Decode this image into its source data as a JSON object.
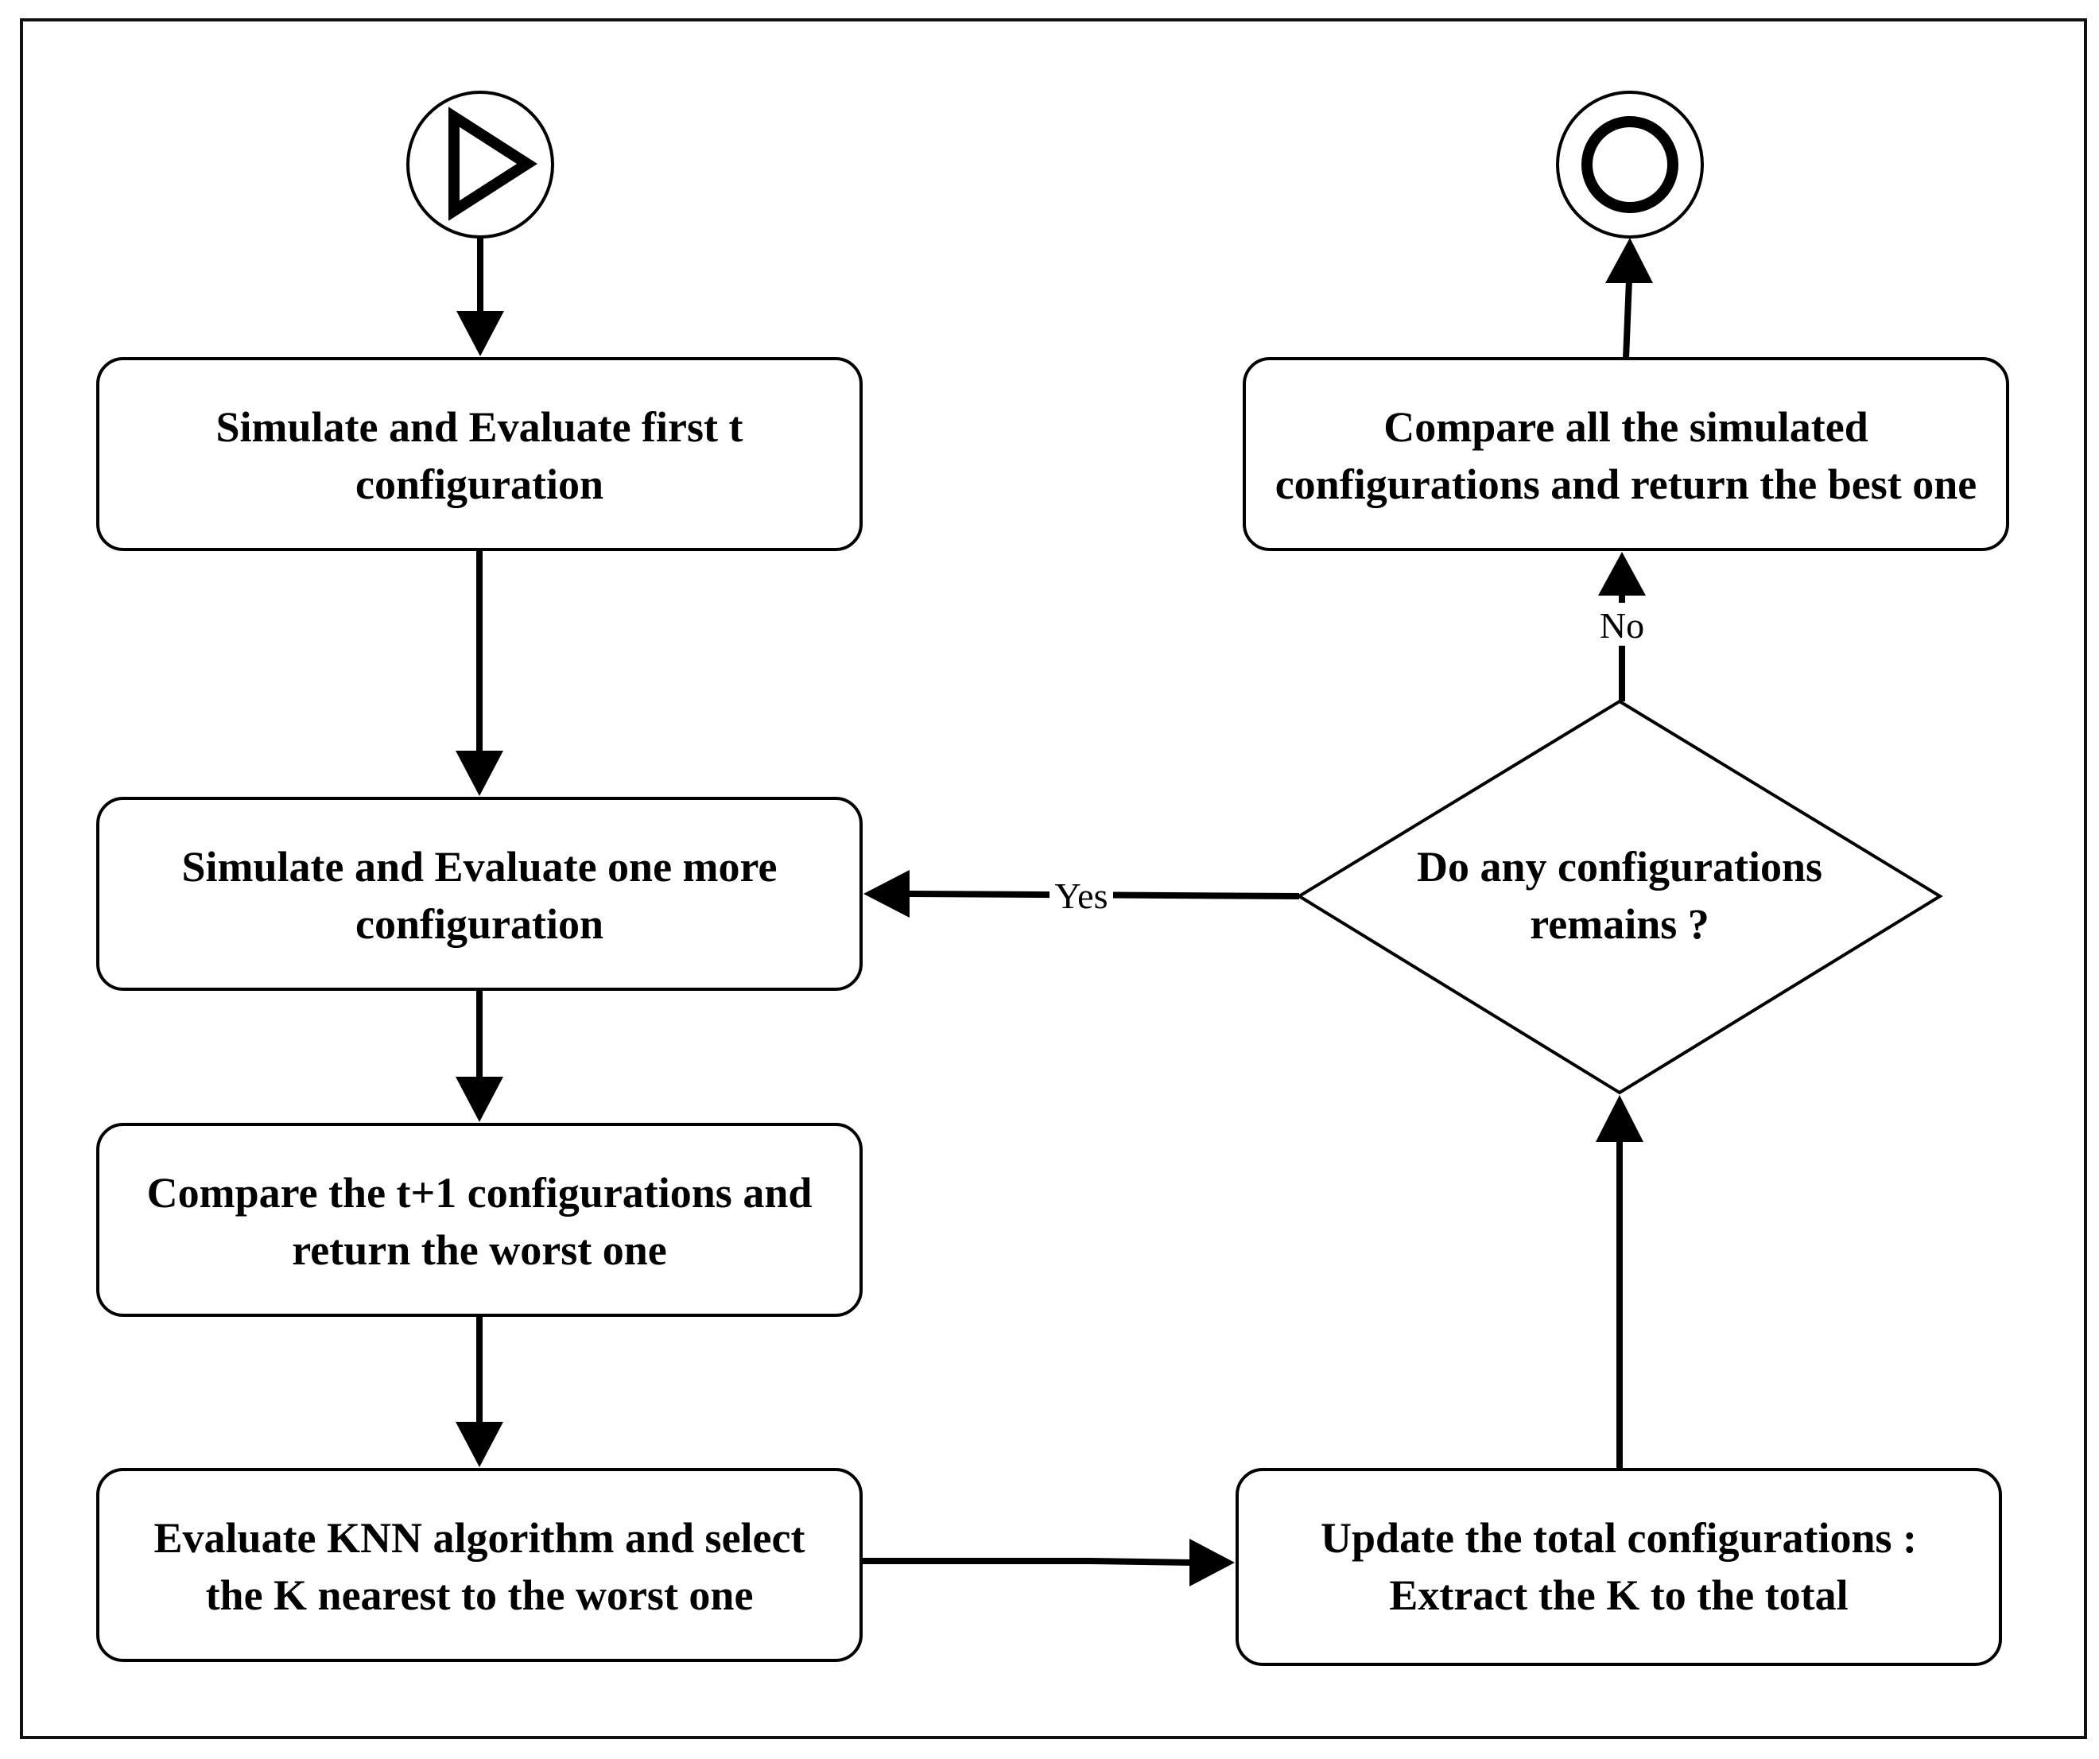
{
  "nodes": {
    "simulate_first": {
      "lines": [
        "Simulate and Evaluate first t",
        "configuration"
      ]
    },
    "simulate_one_more": {
      "lines": [
        "Simulate and Evaluate one more",
        "configuration"
      ]
    },
    "compare_worst": {
      "lines": [
        "Compare the t+1 configurations and",
        "return the worst one"
      ]
    },
    "knn_select": {
      "lines": [
        "Evaluate KNN algorithm and select",
        "the K nearest to the worst one"
      ]
    },
    "update_total": {
      "lines": [
        "Update the total configurations :",
        "Extract the K to the total"
      ]
    },
    "decision": {
      "lines": [
        "Do any configurations",
        "remains ?"
      ]
    },
    "compare_best": {
      "lines": [
        "Compare all the simulated",
        "configurations and return the best one"
      ]
    }
  },
  "edges": {
    "yes_label": "Yes",
    "no_label": "No"
  },
  "icons": {
    "start": "start-event-play-icon",
    "end": "end-event-circle-icon"
  }
}
